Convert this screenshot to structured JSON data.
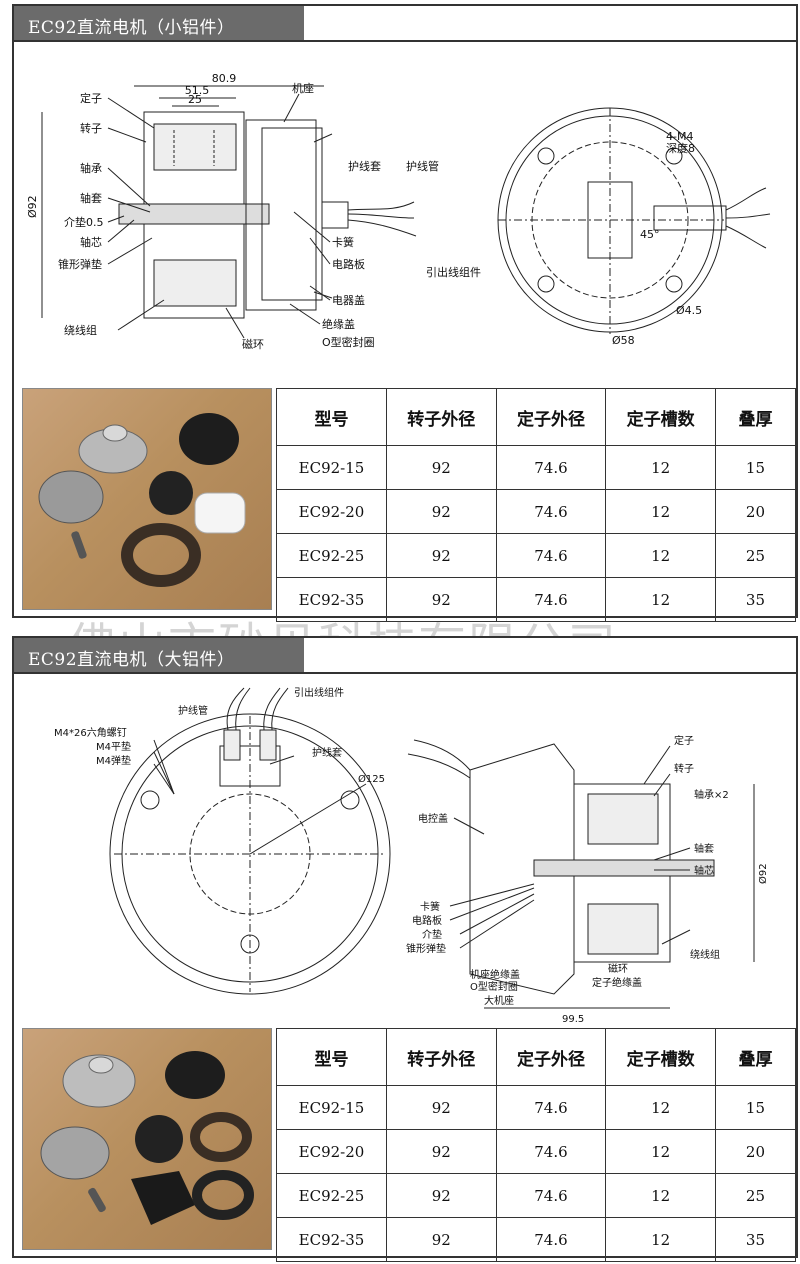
{
  "section1": {
    "title": "EC92直流电机（小铝件）",
    "dims": {
      "overall": "80.9",
      "inner": "51.5",
      "stack": "25",
      "diameter": "Ø92",
      "bolt": "4-M4",
      "depth": "深度8",
      "angle": "45°",
      "hole": "Ø4.5",
      "pcd": "Ø58"
    },
    "labels": {
      "stator": "定子",
      "rotor": "转子",
      "bearing": "轴承",
      "sleeve": "轴套",
      "washer": "介垫0.5",
      "shaft": "轴芯",
      "spring": "锥形弹垫",
      "winding": "绕线组",
      "base": "机座",
      "guard_sleeve": "护线套",
      "guard_tube": "护线管",
      "clip": "卡簧",
      "pcb": "电路板",
      "lead": "引出线组件",
      "cover": "电器盖",
      "ins_cover": "绝缘盖",
      "magnet": "磁环",
      "oring": "O型密封圈"
    }
  },
  "section2": {
    "title": "EC92直流电机（大铝件）",
    "dims": {
      "diameter": "Ø125",
      "right_dia": "Ø92",
      "length": "99.5"
    },
    "labels": {
      "screw": "M4*26六角螺钉",
      "flat": "M4平垫",
      "spring_w": "M4弹垫",
      "guard_tube": "护线管",
      "lead": "引出线组件",
      "guard_sleeve": "护线套",
      "ctrl_cover": "电控盖",
      "clip": "卡簧",
      "pcb": "电路板",
      "washer": "介垫",
      "spring": "锥形弹垫",
      "base_cover": "机座绝缘盖",
      "oring": "O型密封圈",
      "big_base": "大机座",
      "magnet": "磁环",
      "stator_cover": "定子绝缘盖",
      "winding": "绕线组",
      "stator": "定子",
      "rotor": "转子",
      "bearing2": "轴承×2",
      "sleeve": "轴套",
      "shaft": "轴芯"
    }
  },
  "table": {
    "headers": [
      "型号",
      "转子外径",
      "定子外径",
      "定子槽数",
      "叠厚"
    ],
    "rows": [
      [
        "EC92-15",
        "92",
        "74.6",
        "12",
        "15"
      ],
      [
        "EC92-20",
        "92",
        "74.6",
        "12",
        "20"
      ],
      [
        "EC92-25",
        "92",
        "74.6",
        "12",
        "25"
      ],
      [
        "EC92-35",
        "92",
        "74.6",
        "12",
        "35"
      ]
    ]
  },
  "watermark": "佛山市砂贝科技有限公司",
  "colors": {
    "header_bar": "#6b6b6b",
    "border": "#333333",
    "cardboard": "#b8905f"
  }
}
